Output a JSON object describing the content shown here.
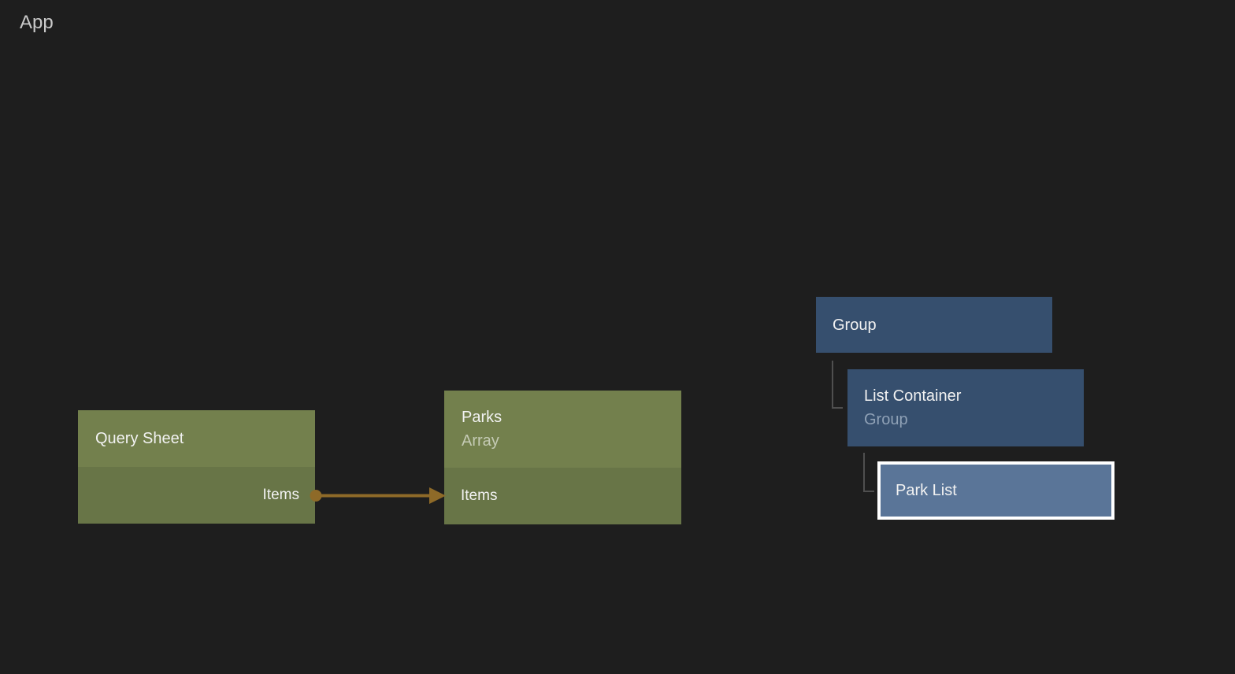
{
  "app": {
    "label": "App"
  },
  "colors": {
    "background": "#1e1e1e",
    "node_green_header": "#73804d",
    "node_green_body": "#687547",
    "node_blue": "#364f6e",
    "node_blue_selected": "#5a7598",
    "selection_border": "#ffffff",
    "connection": "#8e6a28",
    "tree_connector": "#4f4f4f",
    "title_text": "#f2f2f2",
    "subtitle_green": "#c4cab4",
    "subtitle_blue": "#8fa1b6",
    "app_label_text": "#c9c9c9"
  },
  "nodes": {
    "query_sheet": {
      "title": "Query Sheet",
      "output_port": "Items"
    },
    "parks": {
      "title": "Parks",
      "subtitle": "Array",
      "input_port": "Items"
    },
    "group": {
      "title": "Group"
    },
    "list_container": {
      "title": "List Container",
      "subtitle": "Group"
    },
    "park_list": {
      "title": "Park List",
      "selected": true
    }
  },
  "connection": {
    "from": "Query Sheet.Items",
    "to": "Parks.Items"
  }
}
